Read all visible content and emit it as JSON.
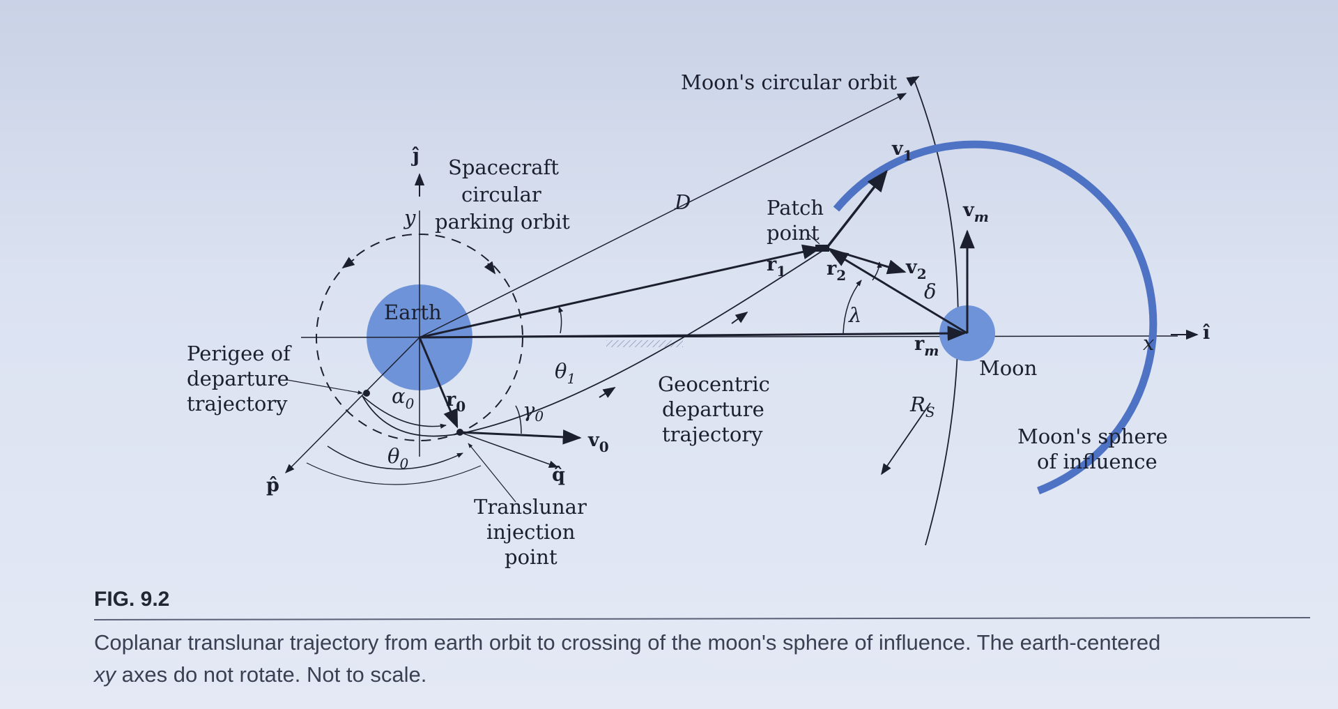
{
  "labels": {
    "moon_orbit": "Moon's circular orbit",
    "spacecraft_orbit_1": "Spacecraft",
    "spacecraft_orbit_2": "circular",
    "spacecraft_orbit_3": "parking orbit",
    "earth": "Earth",
    "moon": "Moon",
    "patch_point_1": "Patch",
    "patch_point_2": "point",
    "perigee_1": "Perigee of",
    "perigee_2": "departure",
    "perigee_3": "trajectory",
    "geocentric_1": "Geocentric",
    "geocentric_2": "departure",
    "geocentric_3": "trajectory",
    "tli_1": "Translunar",
    "tli_2": "injection",
    "tli_3": "point",
    "soi_1": "Moon's sphere",
    "soi_2": "of influence"
  },
  "symbols": {
    "D": "D",
    "y": "y",
    "x": "x",
    "j_hat": "ĵ",
    "i_hat": "î",
    "p_hat": "p̂",
    "q_hat": "q̂",
    "v1": "v",
    "v1_sub": "1",
    "v2": "v",
    "v2_sub": "2",
    "vm": "v",
    "vm_sub": "m",
    "v0": "v",
    "v0_sub": "0",
    "r1": "r",
    "r1_sub": "1",
    "r2": "r",
    "r2_sub": "2",
    "rm": "r",
    "rm_sub": "m",
    "r0": "r",
    "r0_sub": "0",
    "theta1": "θ",
    "theta1_sub": "1",
    "theta0": "θ",
    "theta0_sub": "0",
    "alpha0": "α",
    "alpha0_sub": "0",
    "gamma0": "γ",
    "gamma0_sub": "0",
    "lambda": "λ",
    "delta": "δ",
    "Rs": "R",
    "Rs_sub": "S"
  },
  "figure_number": "FIG. 9.2",
  "caption_line1": "Coplanar translunar trajectory from earth orbit to crossing of the moon's sphere of influence. The earth-centered",
  "caption_line2_italic": "xy",
  "caption_line2_rest": " axes do not rotate. Not to scale.",
  "colors": {
    "earth_fill": "#6e93d8",
    "moon_fill": "#6e93d8",
    "soi_stroke": "#4f73c4",
    "line": "#1c1f2e"
  }
}
